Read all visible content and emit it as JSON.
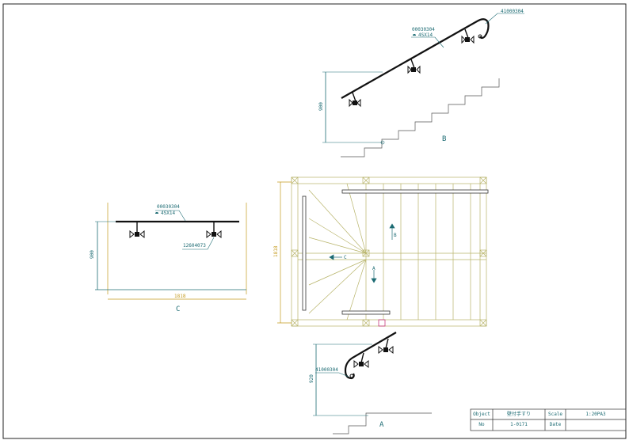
{
  "view_b": {
    "part_end": "41000304",
    "part_bracket": "00030304",
    "screw": "4SX14",
    "height_dim": "900",
    "view_label": "B"
  },
  "view_c": {
    "part_bracket": "00030304",
    "screw": "4SX14",
    "part_support": "12604073",
    "height_dim": "900",
    "length_dim": "1818",
    "view_label": "C"
  },
  "view_a": {
    "part_end": "41000304",
    "height_dim": "920",
    "view_label": "A"
  },
  "plan": {
    "width_dim": "1818",
    "arrow_b": "B",
    "arrow_c": "C",
    "arrow_a": "A"
  },
  "title_block": {
    "object_label": "Object",
    "object_value": "壁付手すり",
    "scale_label": "Scale",
    "scale_value": "1:20PA3",
    "no_label": "No",
    "no_value": "1-0171",
    "date_label": "Date",
    "date_value": ""
  },
  "colors": {
    "line": "#111111",
    "accent": "#1c6b73",
    "dimension": "#c49a1e",
    "plan": "#b8b46a",
    "marker": "#c02070"
  }
}
